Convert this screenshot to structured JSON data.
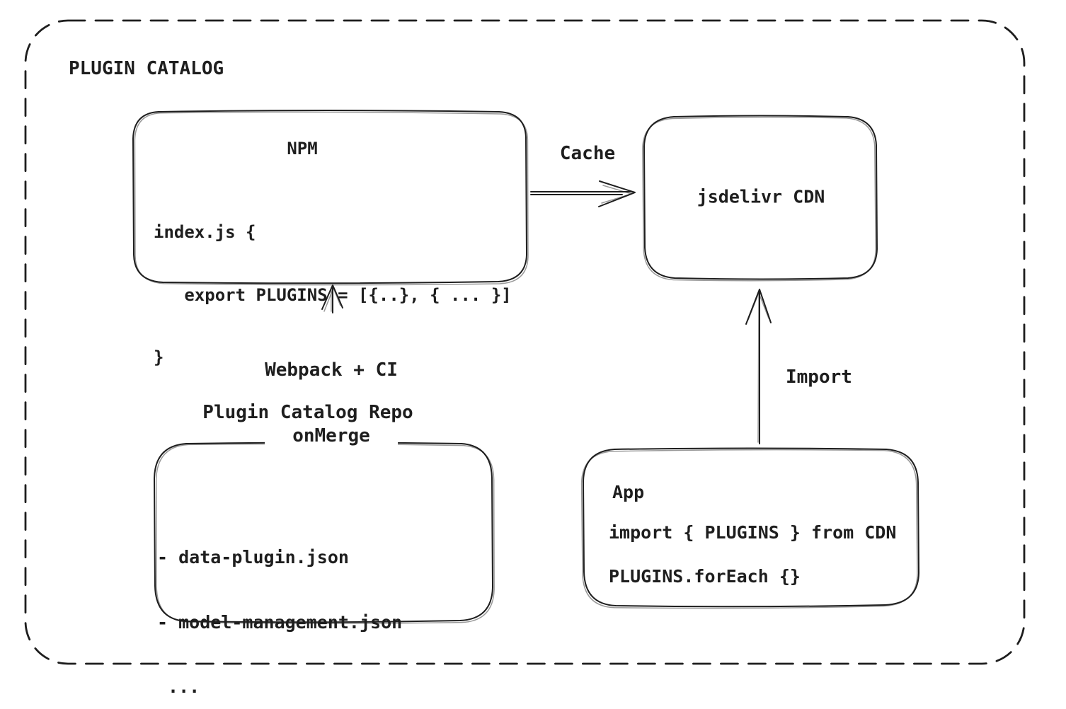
{
  "diagram": {
    "title": "PLUGIN CATALOG",
    "colors": {
      "ink": "#1e1e1e",
      "background": "#ffffff"
    },
    "nodes": {
      "npm": {
        "title": "NPM",
        "code_lines": [
          "index.js {",
          "   export PLUGINS = [{..}, { ... }]",
          "}"
        ]
      },
      "cdn": {
        "label": "jsdelivr CDN"
      },
      "repo": {
        "label": "Plugin Catalog Repo",
        "files": [
          "- data-plugin.json",
          "- model-management.json",
          " ..."
        ]
      },
      "app": {
        "title": "App",
        "code_line_1": "import { PLUGINS } from CDN",
        "code_line_2": "PLUGINS.forEach {}"
      }
    },
    "edges": {
      "cache": {
        "label": "Cache",
        "from": "NPM",
        "to": "jsdelivr CDN"
      },
      "build": {
        "label_line_1": "Webpack + CI",
        "label_line_2": "onMerge",
        "from": "Plugin Catalog Repo",
        "to": "NPM"
      },
      "import": {
        "label": "Import",
        "from": "App",
        "to": "jsdelivr CDN"
      }
    }
  }
}
